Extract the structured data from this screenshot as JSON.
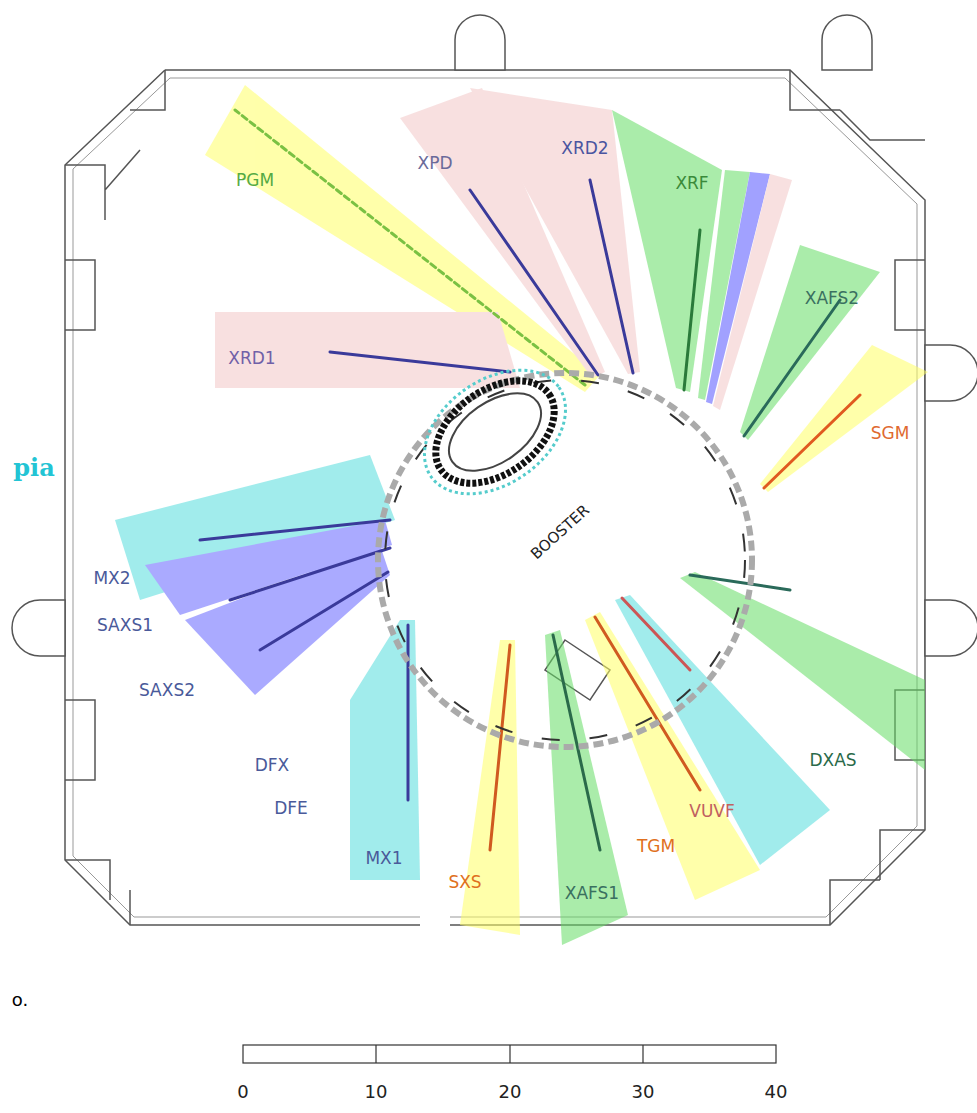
{
  "diagram": {
    "labels": [
      "PGM",
      "XPD",
      "XRD2",
      "XRF",
      "XAFS2",
      "SGM",
      "XRD1",
      "pia",
      "MX2",
      "SAXS1",
      "SAXS2",
      "DFX",
      "DFE",
      "MX1",
      "SXS",
      "XAFS1",
      "TGM",
      "VUVF",
      "DXAS",
      "BOOSTER",
      "o.",
      "0",
      "10",
      "20",
      "30",
      "40"
    ]
  }
}
